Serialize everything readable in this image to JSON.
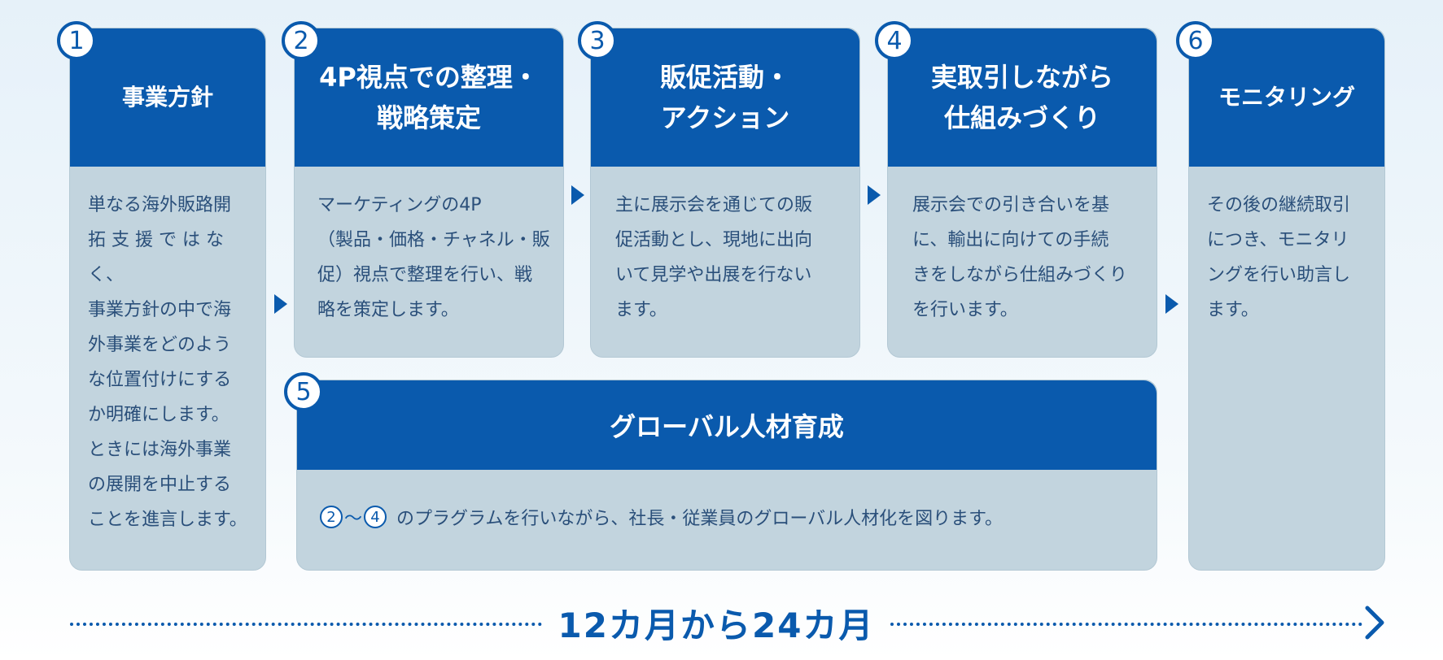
{
  "steps": [
    {
      "number": "1",
      "title_lines": [
        "事業方針"
      ],
      "body_lines": [
        "単なる海外販路開",
        "拓 支 援 で は な く、",
        "事業方針の中で海",
        "外事業をどのよう",
        "な位置付けにする",
        "か明確にします。",
        "ときには海外事業",
        "の展開を中止する",
        "ことを進言します。"
      ]
    },
    {
      "number": "2",
      "title_lines": [
        "4P視点での整理・",
        "戦略策定"
      ],
      "body_lines": [
        "マーケティングの4P",
        "（製品・価格・チャネル・販",
        "促）視点で整理を行い、戦",
        "略を策定します。"
      ]
    },
    {
      "number": "3",
      "title_lines": [
        "販促活動・",
        "アクション"
      ],
      "body_lines": [
        "主に展示会を通じての販",
        "促活動とし、現地に出向",
        "いて見学や出展を行ない",
        "ます。"
      ]
    },
    {
      "number": "4",
      "title_lines": [
        "実取引しながら",
        "仕組みづくり"
      ],
      "body_lines": [
        "展示会での引き合いを基",
        "に、輸出に向けての手続",
        "きをしながら仕組みづくり",
        "を行います。"
      ]
    },
    {
      "number": "6",
      "title_lines": [
        "モニタリング"
      ],
      "body_lines": [
        "その後の継続取引",
        "につき、モニタリ",
        "ングを行い助言し",
        "ます。"
      ]
    }
  ],
  "step5": {
    "number": "5",
    "title": "グローバル人材育成",
    "ref_start": "2",
    "ref_sep": "〜",
    "ref_end": "4",
    "body": "のプラグラムを行いながら、社長・従業員のグローバル人材化を図ります。"
  },
  "timeline": {
    "label": "12カ月から24カ月"
  },
  "colors": {
    "primary": "#0a5aad",
    "card_body": "#c2d4de",
    "body_text": "#2a4f7a"
  }
}
